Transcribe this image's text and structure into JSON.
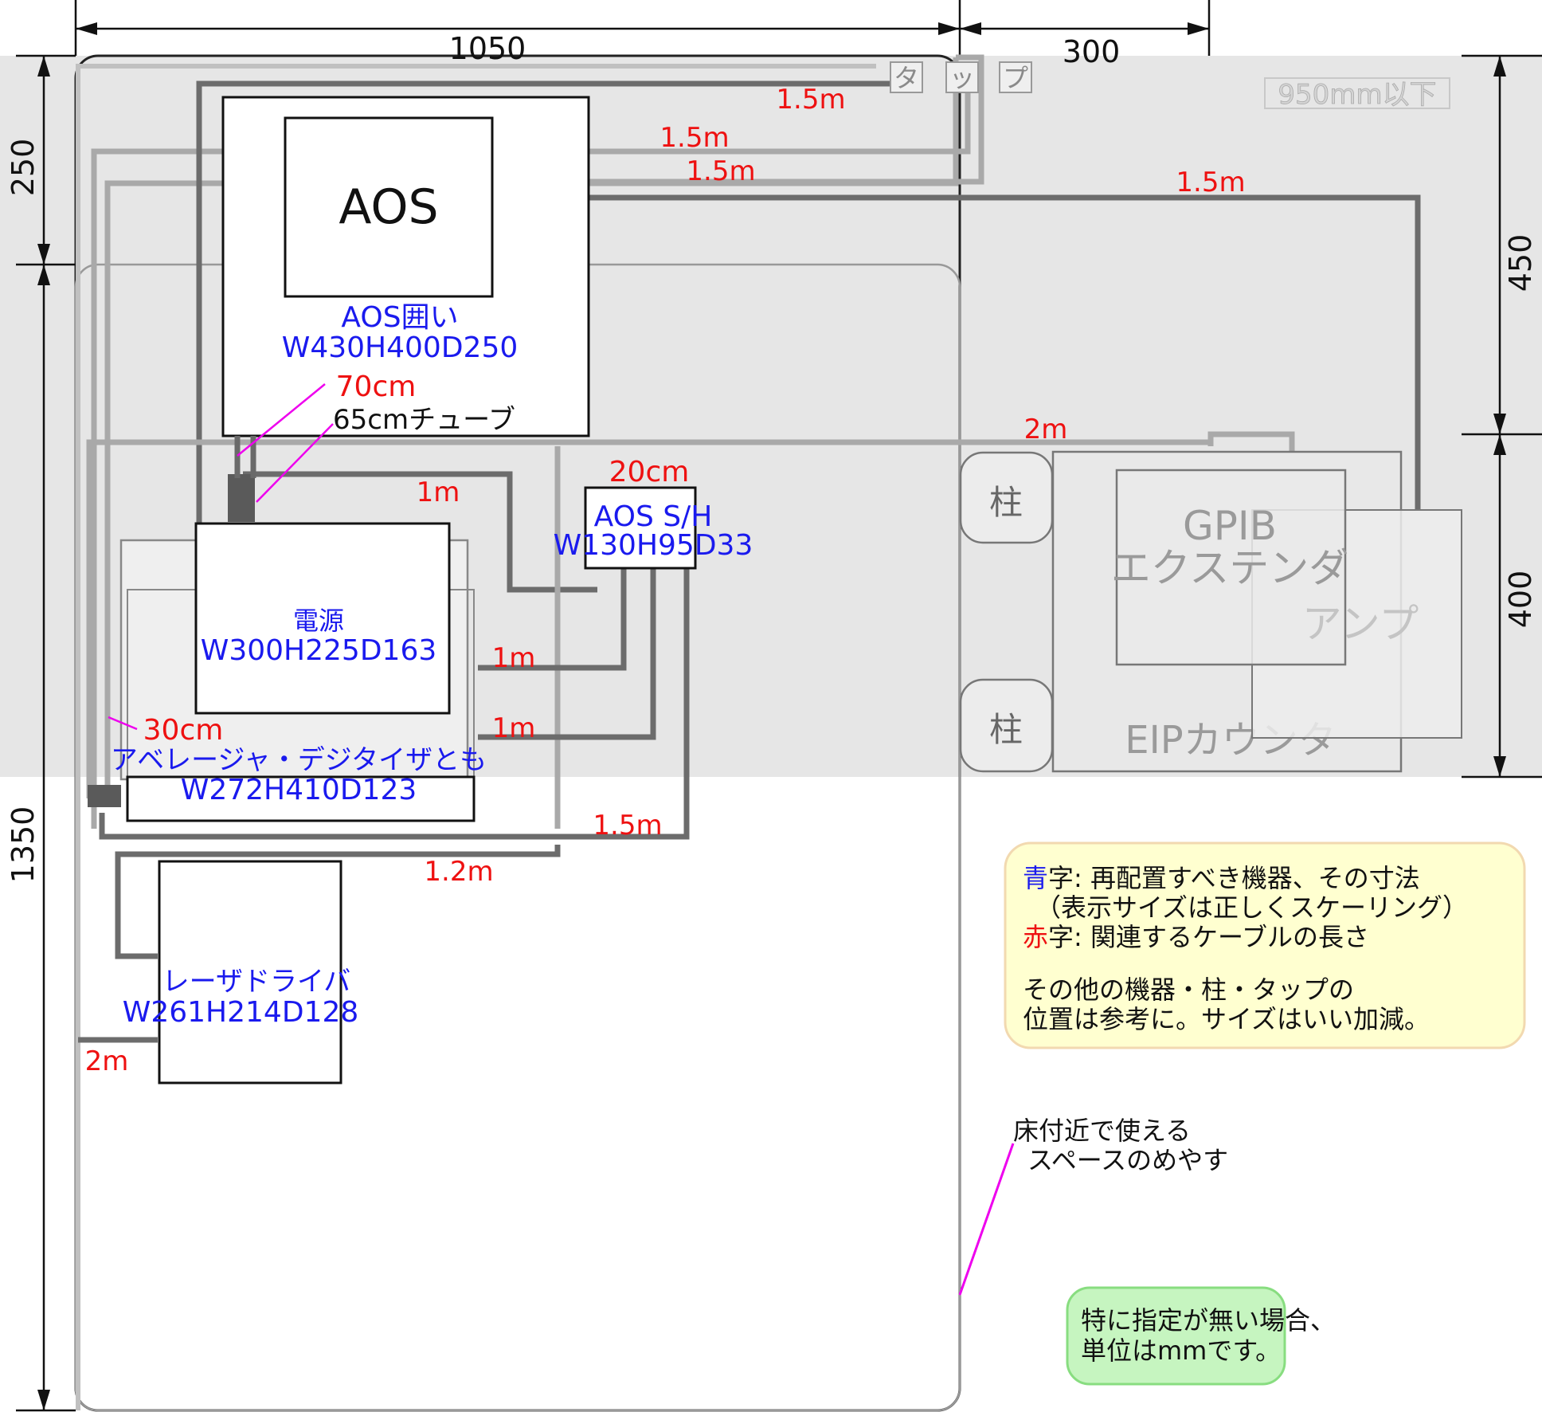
{
  "dimensions": {
    "top_width": "1050",
    "top_right": "300",
    "left_upper": "250",
    "left_lower": "1350",
    "right_upper": "450",
    "right_lower": "400",
    "height_limit": "950mm以下"
  },
  "tap": {
    "chars": [
      "タ",
      "ッ",
      "プ"
    ]
  },
  "equipment": {
    "aos": "AOS",
    "aos_enclosure": {
      "name": "AOS囲い",
      "size": "W430H400D250"
    },
    "tube": "65cmチューブ",
    "aos_sh": {
      "name": "AOS S/H",
      "size": "W130H95D33"
    },
    "power": {
      "name": "電源",
      "size": "W300H225D163"
    },
    "averager": {
      "name": "アベレージャ・デジタイザとも",
      "size": "W272H410D123"
    },
    "laser_driver": {
      "name": "レーザドライバ",
      "size": "W261H214D128"
    },
    "pillar_1": "柱",
    "pillar_2": "柱",
    "gpib": {
      "line1": "GPIB",
      "line2": "エクステンダ"
    },
    "amp": "アンプ",
    "eip": "EIPカウンタ"
  },
  "cables": {
    "c1": "1.5m",
    "c2": "1.5m",
    "c3": "1.5m",
    "c4": "1.5m",
    "c5": "2m",
    "c6": "70cm",
    "c7": "1m",
    "c8": "20cm",
    "c9": "1m",
    "c10": "30cm",
    "c11": "1m",
    "c12": "1.5m",
    "c13": "1.2m",
    "c14": "2m"
  },
  "legend": {
    "blue_key": "青",
    "blue_text": "字: 再配置すべき機器、その寸法",
    "blue_text2": "（表示サイズは正しくスケーリング）",
    "red_key": "赤",
    "red_text": "字: 関連するケーブルの長さ",
    "note1": "その他の機器・柱・タップの",
    "note2": "位置は参考に。サイズはいい加減。"
  },
  "floor_note": {
    "line1": "床付近で使える",
    "line2": "スペースのめやす"
  },
  "unit_note": {
    "line1": "特に指定が無い場合、",
    "line2": "単位はmmです。"
  },
  "colors": {
    "band": "#e6e6e6",
    "blue_text": "#1a1aee",
    "red_text": "#ee1111",
    "legend_bg": "#ffffd0",
    "legend_border": "#f2d9b0",
    "unit_bg": "#c6f5c0",
    "unit_border": "#88dd80",
    "leader_line": "#ee00ee"
  }
}
